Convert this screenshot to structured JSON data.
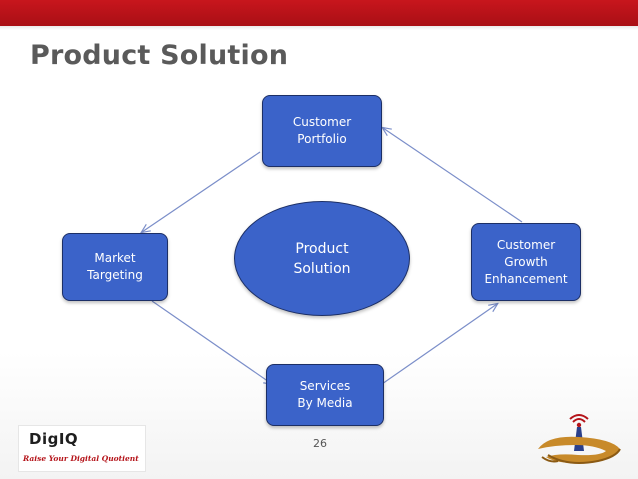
{
  "slide": {
    "title": "Product Solution",
    "page_number": "26"
  },
  "diagram": {
    "center": {
      "label": "Product\nSolution"
    },
    "nodes": {
      "customer_portfolio": {
        "label": "Customer\nPortfolio"
      },
      "customer_growth": {
        "label": "Customer\nGrowth\nEnhancement"
      },
      "services_by_media": {
        "label": "Services\nBy Media"
      },
      "market_targeting": {
        "label": "Market\nTargeting"
      }
    },
    "colors": {
      "node_fill": "#3b63c9",
      "node_border": "#1c2f66",
      "arrow": "#7b8ec9",
      "accent_red": "#c8161d"
    }
  },
  "logos": {
    "left": {
      "brand": "DigIQ",
      "tagline": "Raise Your Digital Quotient"
    },
    "right": {
      "icon": "digiq-signal-swirl-icon"
    }
  }
}
